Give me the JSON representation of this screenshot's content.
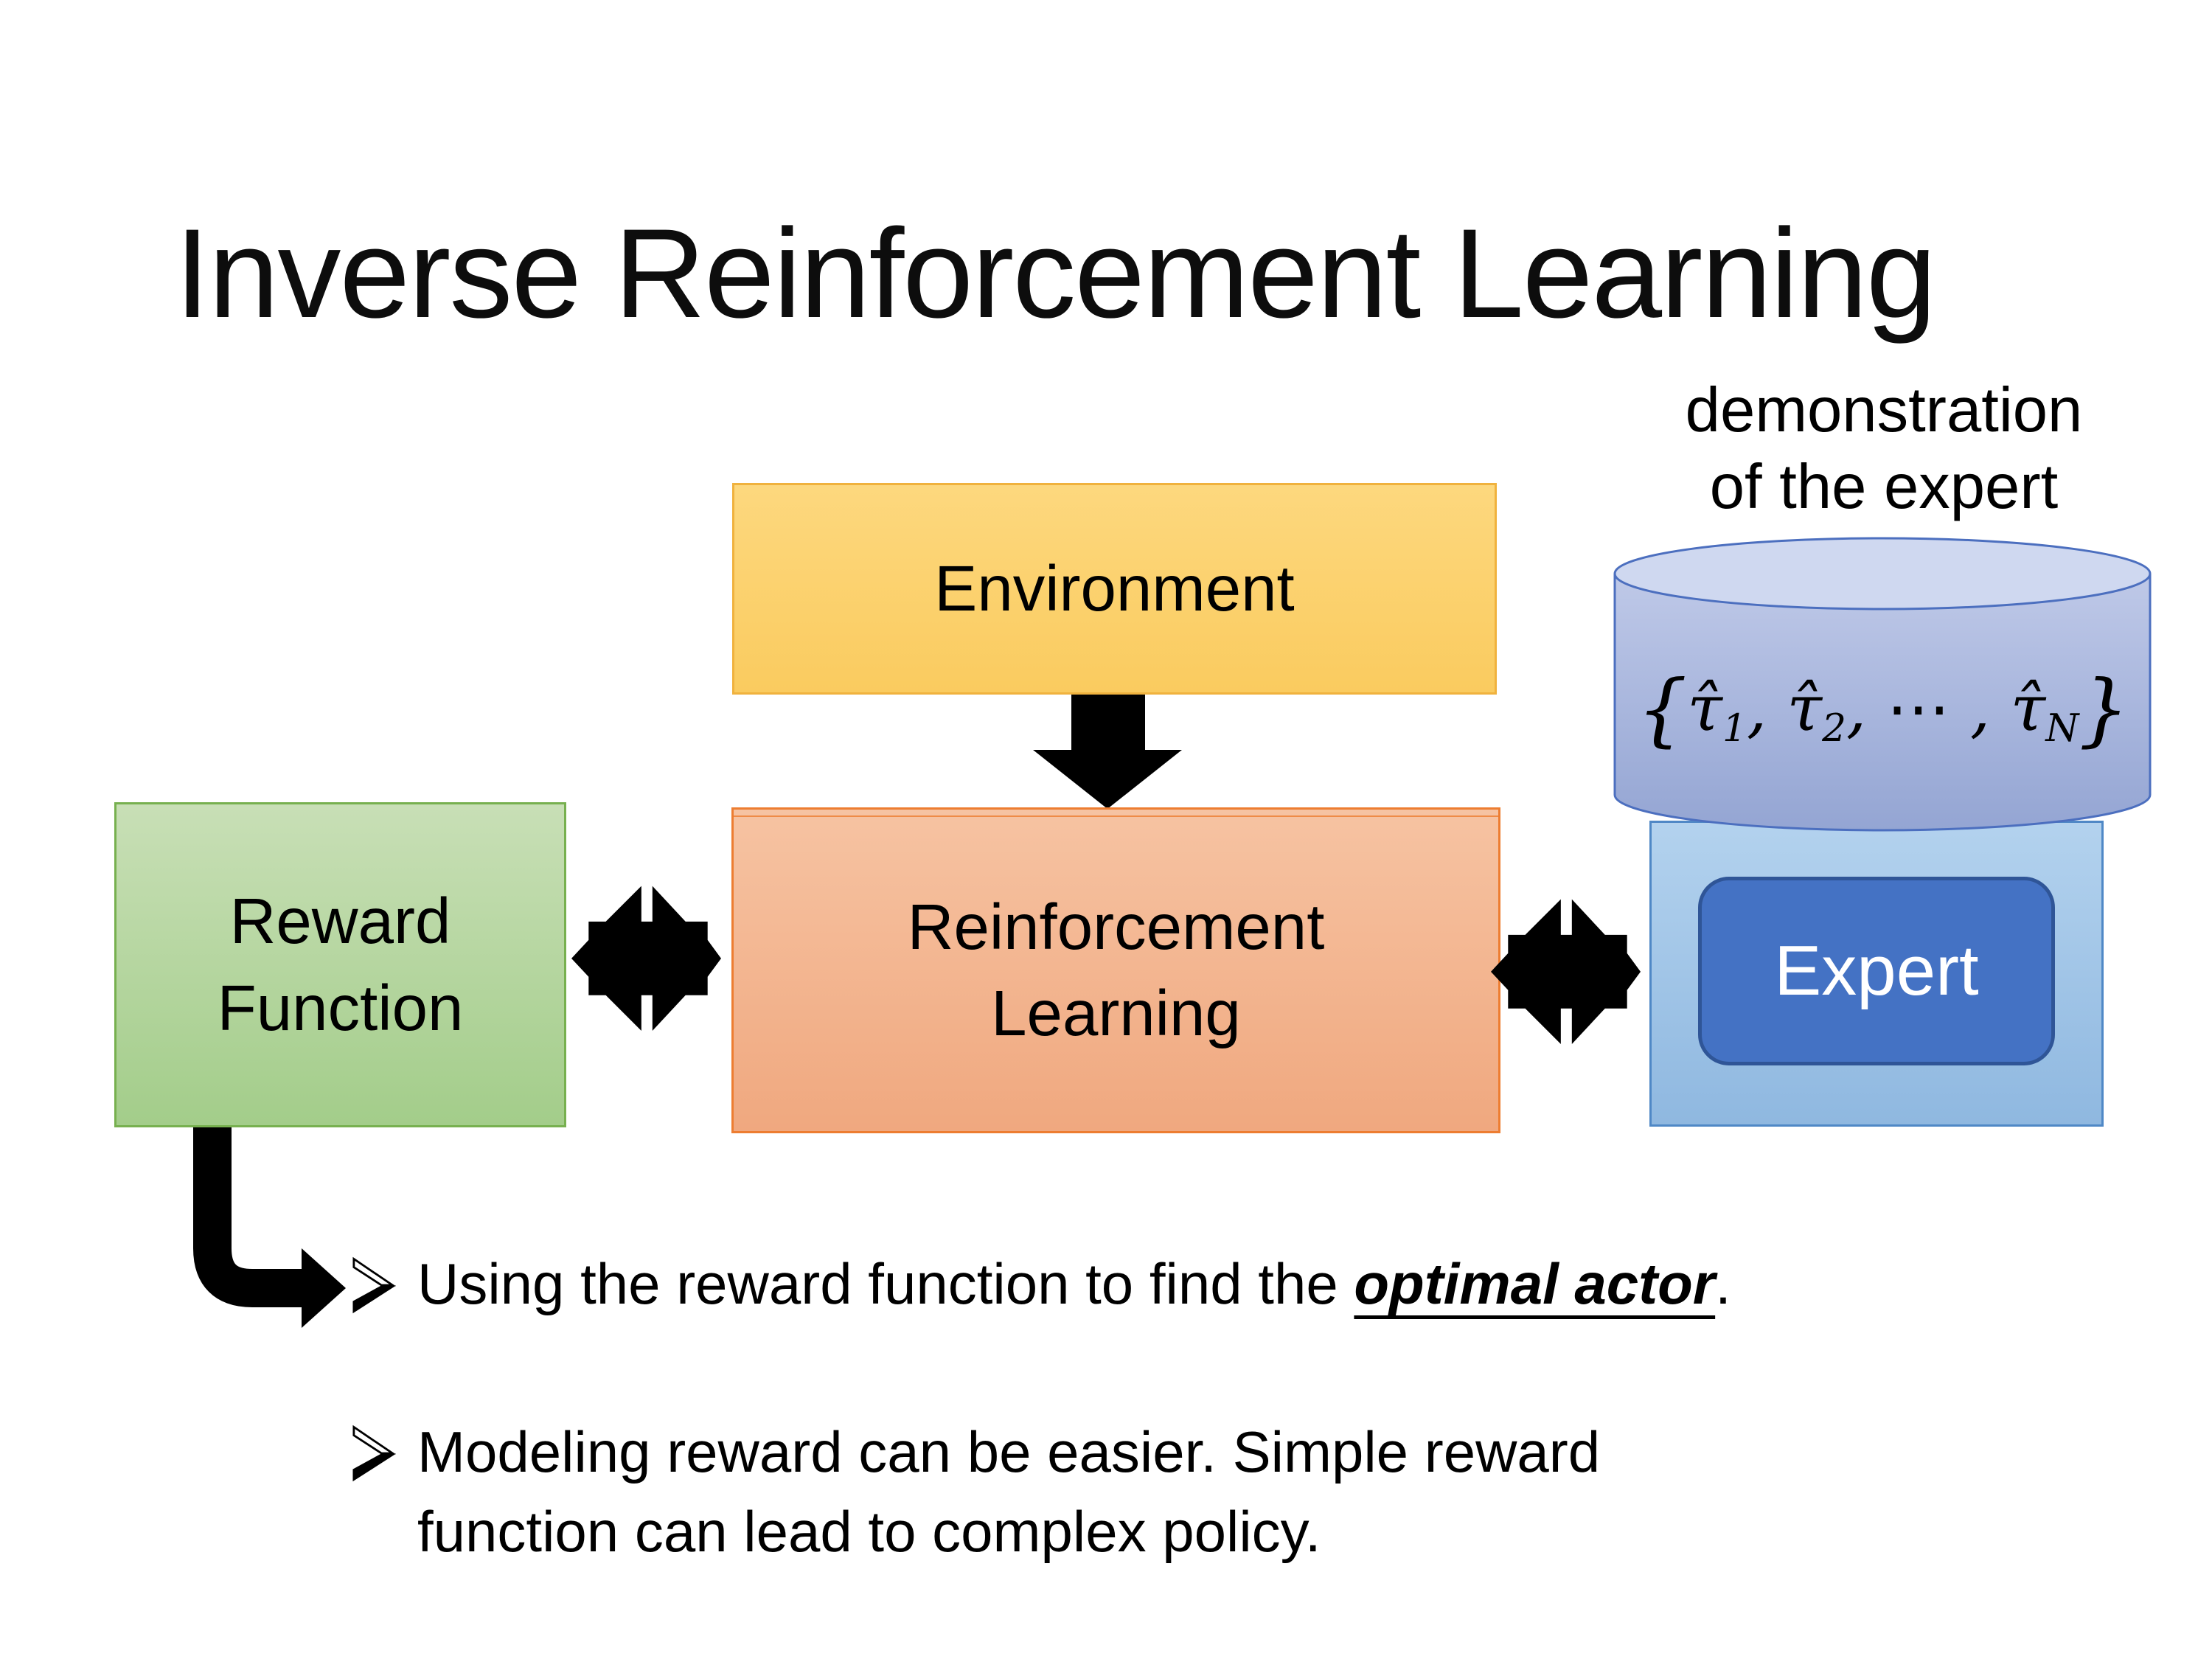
{
  "slide": {
    "title": "Inverse Reinforcement Learning",
    "demo_label_lines": [
      "demonstration",
      "of the expert"
    ],
    "boxes": {
      "environment": "Environment",
      "reinforcement_learning_lines": [
        "Reinforcement",
        "Learning"
      ],
      "reward_function_lines": [
        "Reward",
        "Function"
      ],
      "expert": "Expert"
    },
    "formula": {
      "open": "{",
      "close": "}",
      "terms": [
        {
          "base": "τ̂",
          "sub": "1",
          "sep": ", "
        },
        {
          "base": "τ̂",
          "sub": "2",
          "sep": ", "
        },
        {
          "base": "⋯",
          "sub": "",
          "sep": " , "
        },
        {
          "base": "τ̂",
          "sub": "N",
          "sep": ""
        }
      ]
    },
    "bullets": {
      "bullet_char": "➢",
      "item1": {
        "pre": "Using the reward function to find the ",
        "emphasis": "optimal actor",
        "post": "."
      },
      "item2_lines": [
        "Modeling reward can be easier. Simple reward",
        "function can lead to complex policy."
      ]
    },
    "colors": {
      "environment_fill_top": "#FDD87E",
      "environment_fill_bottom": "#FACB5F",
      "environment_border": "#F0B23E",
      "rl_fill_top": "#F6C3A2",
      "rl_fill_bottom": "#F0A87F",
      "rl_border": "#ED7D31",
      "reward_fill_top": "#C8DFB6",
      "reward_fill_bottom": "#A3CD8A",
      "reward_border": "#77B04F",
      "container_fill_top": "#B3D2EE",
      "container_fill_bottom": "#8FB8E0",
      "container_border": "#4F88C6",
      "expert_fill": "#4472C4",
      "expert_border": "#2F5597",
      "cylinder_fill_top": "#BFC9E8",
      "cylinder_fill_bottom": "#94A5D3",
      "cylinder_top_fill": "#CFD8F0",
      "cylinder_border": "#4C6FBF",
      "arrow_color": "#000000"
    }
  }
}
